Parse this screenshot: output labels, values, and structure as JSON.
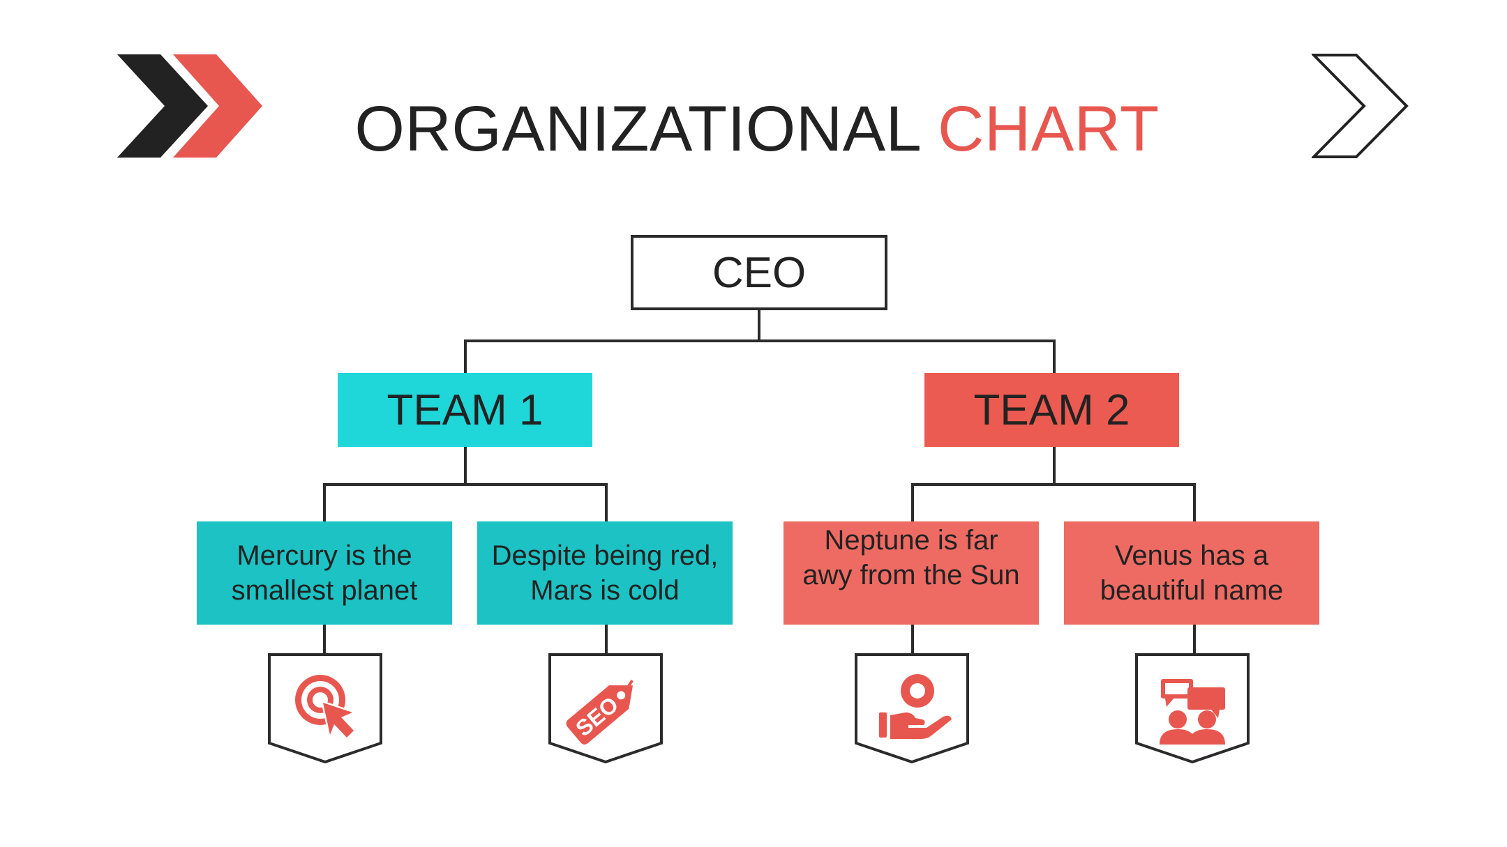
{
  "title": {
    "main": "ORGANIZATIONAL",
    "accent": "CHART"
  },
  "colors": {
    "accent": "#e8574f",
    "team1": "#1fd6d8",
    "team1_members": "#1cc2c4",
    "team2": "#ec5b51",
    "team2_members": "#ee6b63",
    "line": "#2b2b2b"
  },
  "ceo": {
    "label": "CEO"
  },
  "teams": [
    {
      "label": "TEAM 1",
      "members": [
        {
          "text": "Mercury is the smallest planet",
          "icon": "target-cursor-icon"
        },
        {
          "text": "Despite being red, Mars is cold",
          "icon": "seo-tag-icon"
        }
      ]
    },
    {
      "label": "TEAM 2",
      "members": [
        {
          "text": "Neptune is far awy from the Sun",
          "icon": "hand-person-icon"
        },
        {
          "text": "Venus has a beautiful name",
          "icon": "team-chat-icon"
        }
      ]
    }
  ],
  "seo_icon_text": "SEO"
}
